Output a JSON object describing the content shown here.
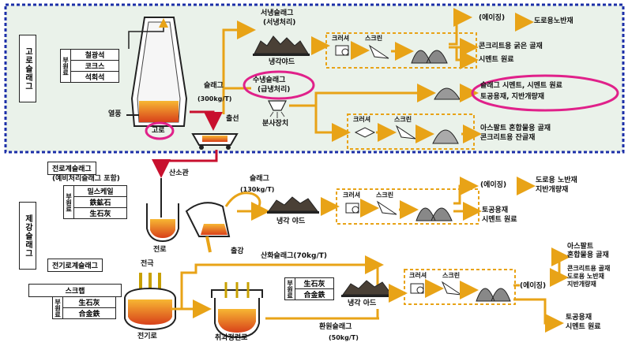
{
  "colors": {
    "orange": "#e8a317",
    "magenta": "#e0218a",
    "blue_dotted": "#1c2fa8",
    "top_bg": "#eaf2ea",
    "red": "#c8102e"
  },
  "blast_furnace": {
    "side_title": "고로슬래그",
    "raw_materials": [
      "철광석",
      "코크스",
      "석회석"
    ],
    "raw_side_label": "부원료",
    "hot_blast": "열풍",
    "furnace": "고로",
    "slag_label": "슬래그",
    "slag_rate": "(300kg/T)",
    "tapping": "출선",
    "air_cooled_slag": "서냉슬래그",
    "air_cooled_note": "(서냉처리)",
    "cooling_yard": "냉각야드",
    "water_slag": "수냉슬래그",
    "water_slag_note": "(급냉처리)",
    "granulator": "분사장치",
    "crusher": "크러셔",
    "screen": "스크린",
    "aging": "(에이징)",
    "out_road": "도로용노반재",
    "out_concrete": "콘크리트용 굵은 골재",
    "out_cement": "시멘트 원료",
    "out_slag_cement": "슬래그 시멘트, 시멘트 원료",
    "out_civil": "토공용재, 지반개량재",
    "out_asphalt": "아스팔트 혼합물용 골재",
    "out_fine": "콘크리트용 잔골재"
  },
  "steelmaking": {
    "side_title": "제강슬래그",
    "converter_title": "전로계슬래그",
    "pretreat_note": "(예비처리슬래그 포함)",
    "oxygen_lance": "산소관",
    "sub_label": "부원료",
    "sub_materials": [
      "밀스케일",
      "鉄鉱石",
      "生石灰"
    ],
    "converter": "전로",
    "slag_label": "슬래그",
    "slag_rate": "(130kg/T)",
    "tapping": "출강",
    "cooling_yard": "냉각 야드",
    "crusher": "크러셔",
    "screen": "스크린",
    "aging": "(에이징)",
    "out_road": "도로용 노반재",
    "out_ground": "지반개량재",
    "out_civil": "토공용재",
    "out_cement": "시멘트 원료",
    "eaf_title": "전기로계슬래그",
    "electrode": "전극",
    "scrap": "스크랩",
    "eaf_sub_label": "부원료",
    "eaf_sub": [
      "生石灰",
      "合金鉄"
    ],
    "eaf": "전기로",
    "oxid_slag": "산화슬래그(70kg/T)",
    "ladle_sub_label": "부원료",
    "ladle_sub": [
      "生石灰",
      "合金鉄"
    ],
    "ladle": "취과정련로",
    "reduct_slag": "환원슬래그",
    "reduct_rate": "(50kg/T)",
    "cooling_yard2": "냉각 아드",
    "out_asphalt1": "아스팔트",
    "out_asphalt2": "혼합물용 골재",
    "out_concrete": "콘크리트용 골재",
    "out_road2": "도로용 노반재",
    "out_ground2": "지반개량재",
    "out_civil2": "토공용재",
    "out_cement2": "시멘트 원료"
  }
}
